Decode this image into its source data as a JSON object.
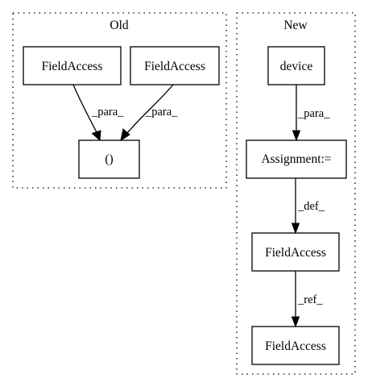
{
  "clusters": {
    "old": {
      "title": "Old"
    },
    "new": {
      "title": "New"
    }
  },
  "nodes": {
    "old_fieldaccess_1": "FieldAccess",
    "old_fieldaccess_2": "FieldAccess",
    "old_tuple": "()",
    "new_device": "device",
    "new_assignment": "Assignment:=",
    "new_fieldaccess_1": "FieldAccess",
    "new_fieldaccess_2": "FieldAccess"
  },
  "edges": {
    "old_fa1_to_tuple": "_para_",
    "old_fa2_to_tuple": "_para_",
    "new_device_to_assignment": "_para_",
    "new_assignment_to_fa1": "_def_",
    "new_fa1_to_fa2": "_ref_"
  }
}
